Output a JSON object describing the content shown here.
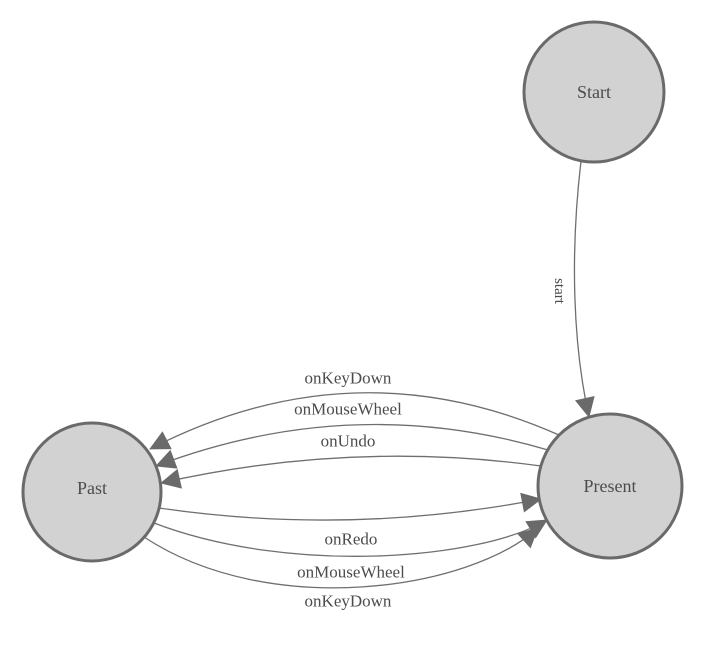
{
  "diagram": {
    "kind": "finite-state-machine",
    "colors": {
      "background": "#ffffff",
      "node_fill": "#d2d2d2",
      "node_stroke": "#6a6a6a",
      "edge_stroke": "#6f6f6f",
      "arrow_fill": "#6a6a6a",
      "label_color": "#4c4c4c"
    },
    "nodes": [
      {
        "id": "start",
        "label": "Start"
      },
      {
        "id": "present",
        "label": "Present"
      },
      {
        "id": "past",
        "label": "Past"
      }
    ],
    "edges": [
      {
        "from": "start",
        "to": "present",
        "label": "start"
      },
      {
        "from": "present",
        "to": "past",
        "label": "onKeyDown"
      },
      {
        "from": "present",
        "to": "past",
        "label": "onMouseWheel"
      },
      {
        "from": "present",
        "to": "past",
        "label": "onUndo"
      },
      {
        "from": "past",
        "to": "present",
        "label": "onRedo"
      },
      {
        "from": "past",
        "to": "present",
        "label": "onMouseWheel"
      },
      {
        "from": "past",
        "to": "present",
        "label": "onKeyDown"
      }
    ]
  }
}
